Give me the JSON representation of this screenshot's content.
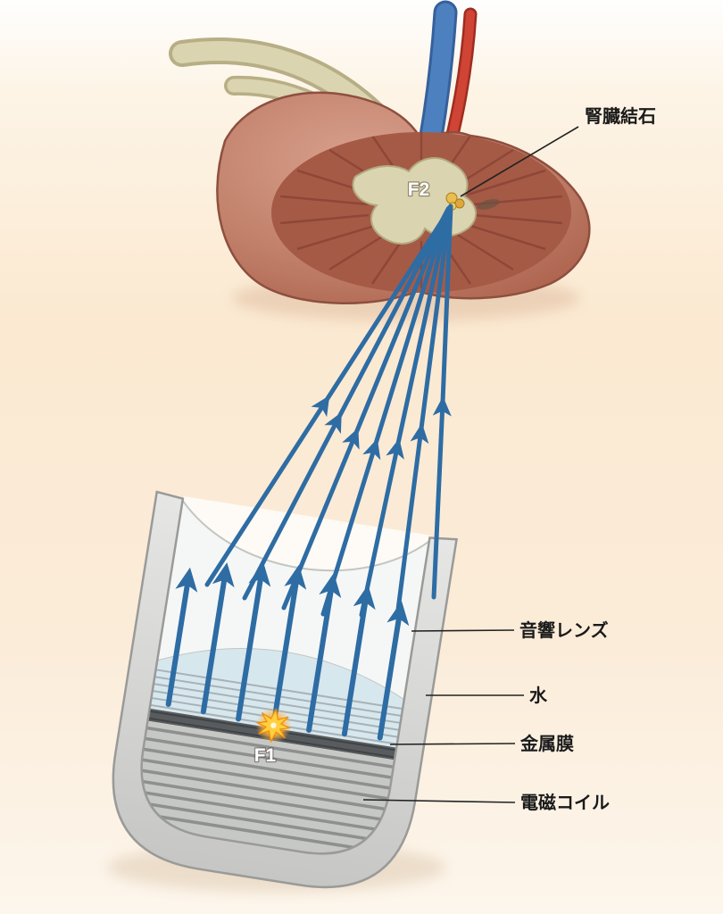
{
  "figure": {
    "focus1": "F1",
    "focus2": "F2"
  },
  "labels": {
    "kidney_stone": "腎臓結石",
    "acoustic_lens": "音響レンズ",
    "water": "水",
    "metal_membrane": "金属膜",
    "electromagnetic_coil": "電磁コイル"
  },
  "icons": {
    "f1_spark": "orange-starburst"
  },
  "colors": {
    "shockwave_blue": "#2e6ca4",
    "spark_orange": "#f59b2d",
    "kidney_red": "#a75b46",
    "pelvis_cream": "#dbd4b0",
    "vein_blue": "#4d80bf",
    "artery_red": "#cf4434",
    "device_gray": "#d7d7d5",
    "membrane_dark": "#585c5e",
    "background_peach": "#fbe9d1"
  }
}
